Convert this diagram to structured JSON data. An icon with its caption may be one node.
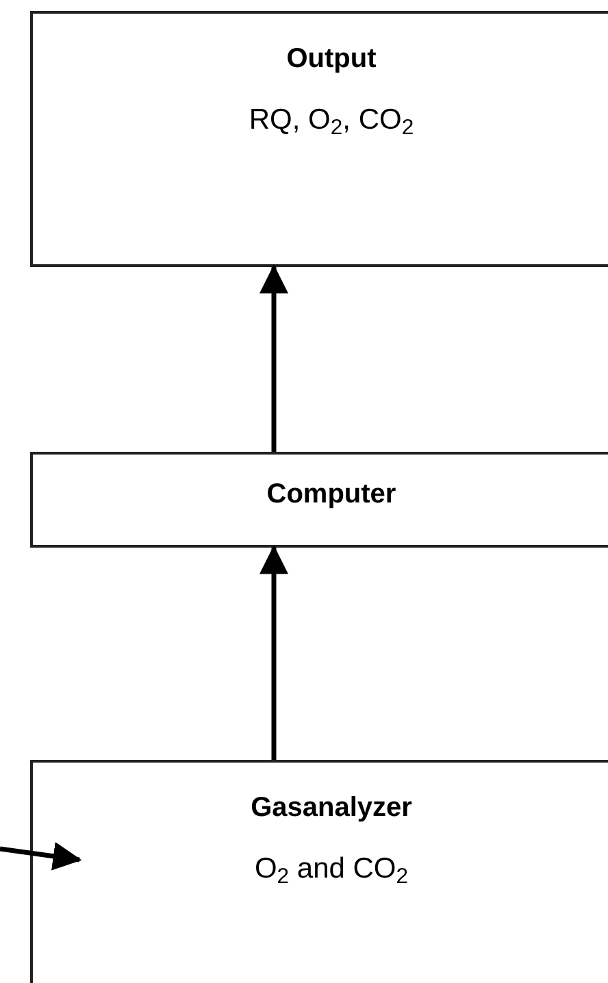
{
  "diagram": {
    "nodes": [
      {
        "text": [
          "Output",
          "RQ, O$_{2}$, CO$_{2}$"
        ]
      },
      {
        "text": [
          "Computer"
        ]
      },
      {
        "text": [
          "Gasanalyzer",
          "O$_{2}$ and CO$_{2}$"
        ]
      }
    ],
    "edges": [
      {
        "from": 1,
        "to": 0,
        "arrow": "to"
      },
      {
        "from": 2,
        "to": 1,
        "arrow": "to"
      },
      {
        "from": null,
        "to": 2,
        "arrow": "to"
      }
    ]
  }
}
